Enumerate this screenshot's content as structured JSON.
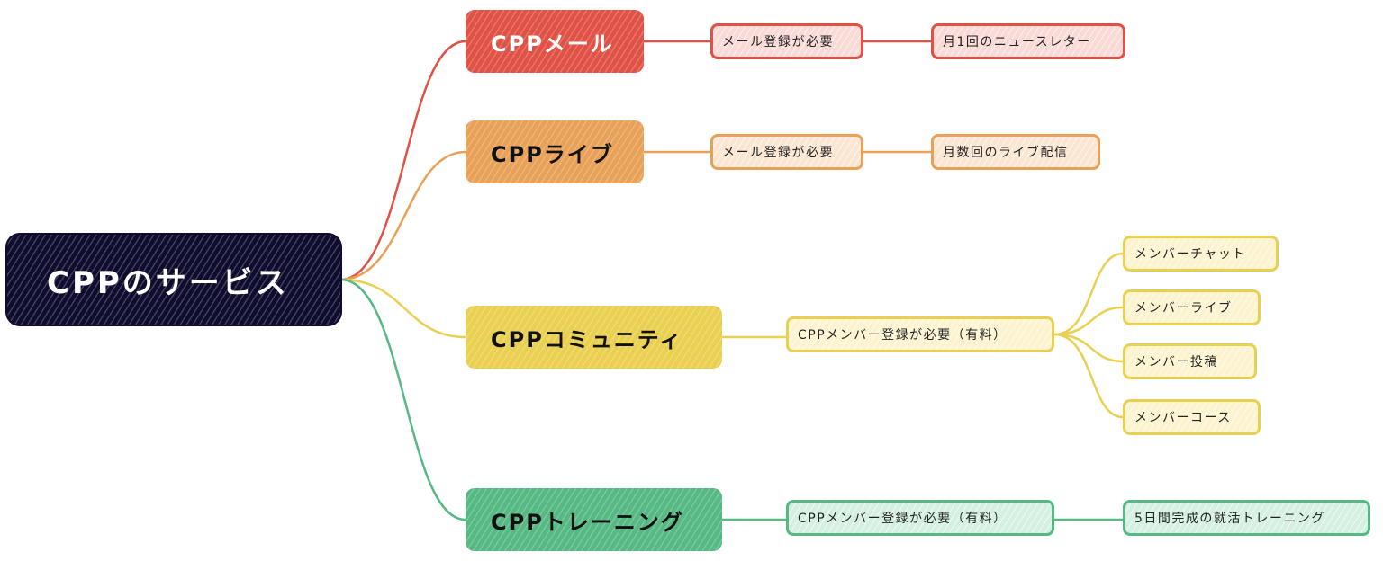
{
  "colors": {
    "root": "#0f0d2e",
    "mail": "#e05245",
    "live": "#e8a157",
    "community": "#ead050",
    "training": "#56b883"
  },
  "root": {
    "label": "CPPのサービス"
  },
  "branches": [
    {
      "label": "CPPメール",
      "requirement": "メール登録が必要",
      "items": [
        "月1回のニュースレター"
      ]
    },
    {
      "label": "CPPライブ",
      "requirement": "メール登録が必要",
      "items": [
        "月数回のライブ配信"
      ]
    },
    {
      "label": "CPPコミュニティ",
      "requirement": "CPPメンバー登録が必要（有料）",
      "items": [
        "メンバーチャット",
        "メンバーライブ",
        "メンバー投稿",
        "メンバーコース"
      ]
    },
    {
      "label": "CPPトレーニング",
      "requirement": "CPPメンバー登録が必要（有料）",
      "items": [
        "5日間完成の就活トレーニング"
      ]
    }
  ]
}
